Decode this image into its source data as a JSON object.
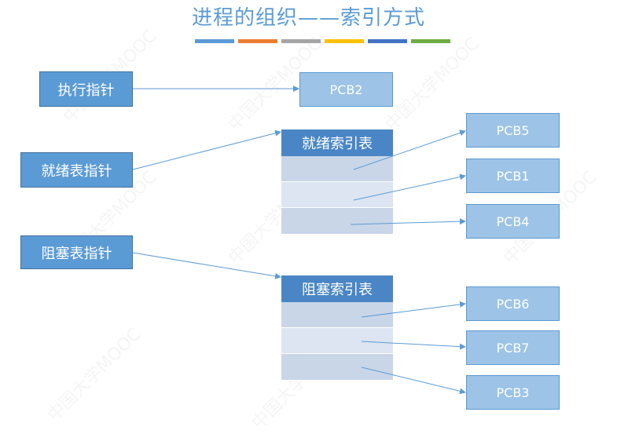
{
  "title": "进程的组织——索引方式",
  "title_bar_colors": [
    "#5B9BD5",
    "#ED7D31",
    "#A5A5A5",
    "#FFC000",
    "#4472C4",
    "#70AD47"
  ],
  "pointers": {
    "exec": "执行指针",
    "ready": "就绪表指针",
    "blocked": "阻塞表指针"
  },
  "pcb_running": "PCB2",
  "ready_table": {
    "header": "就绪索引表",
    "pcbs": [
      "PCB5",
      "PCB1",
      "PCB4"
    ]
  },
  "blocked_table": {
    "header": "阻塞索引表",
    "pcbs": [
      "PCB6",
      "PCB7",
      "PCB3"
    ]
  },
  "watermark": "中国大学MOOC"
}
